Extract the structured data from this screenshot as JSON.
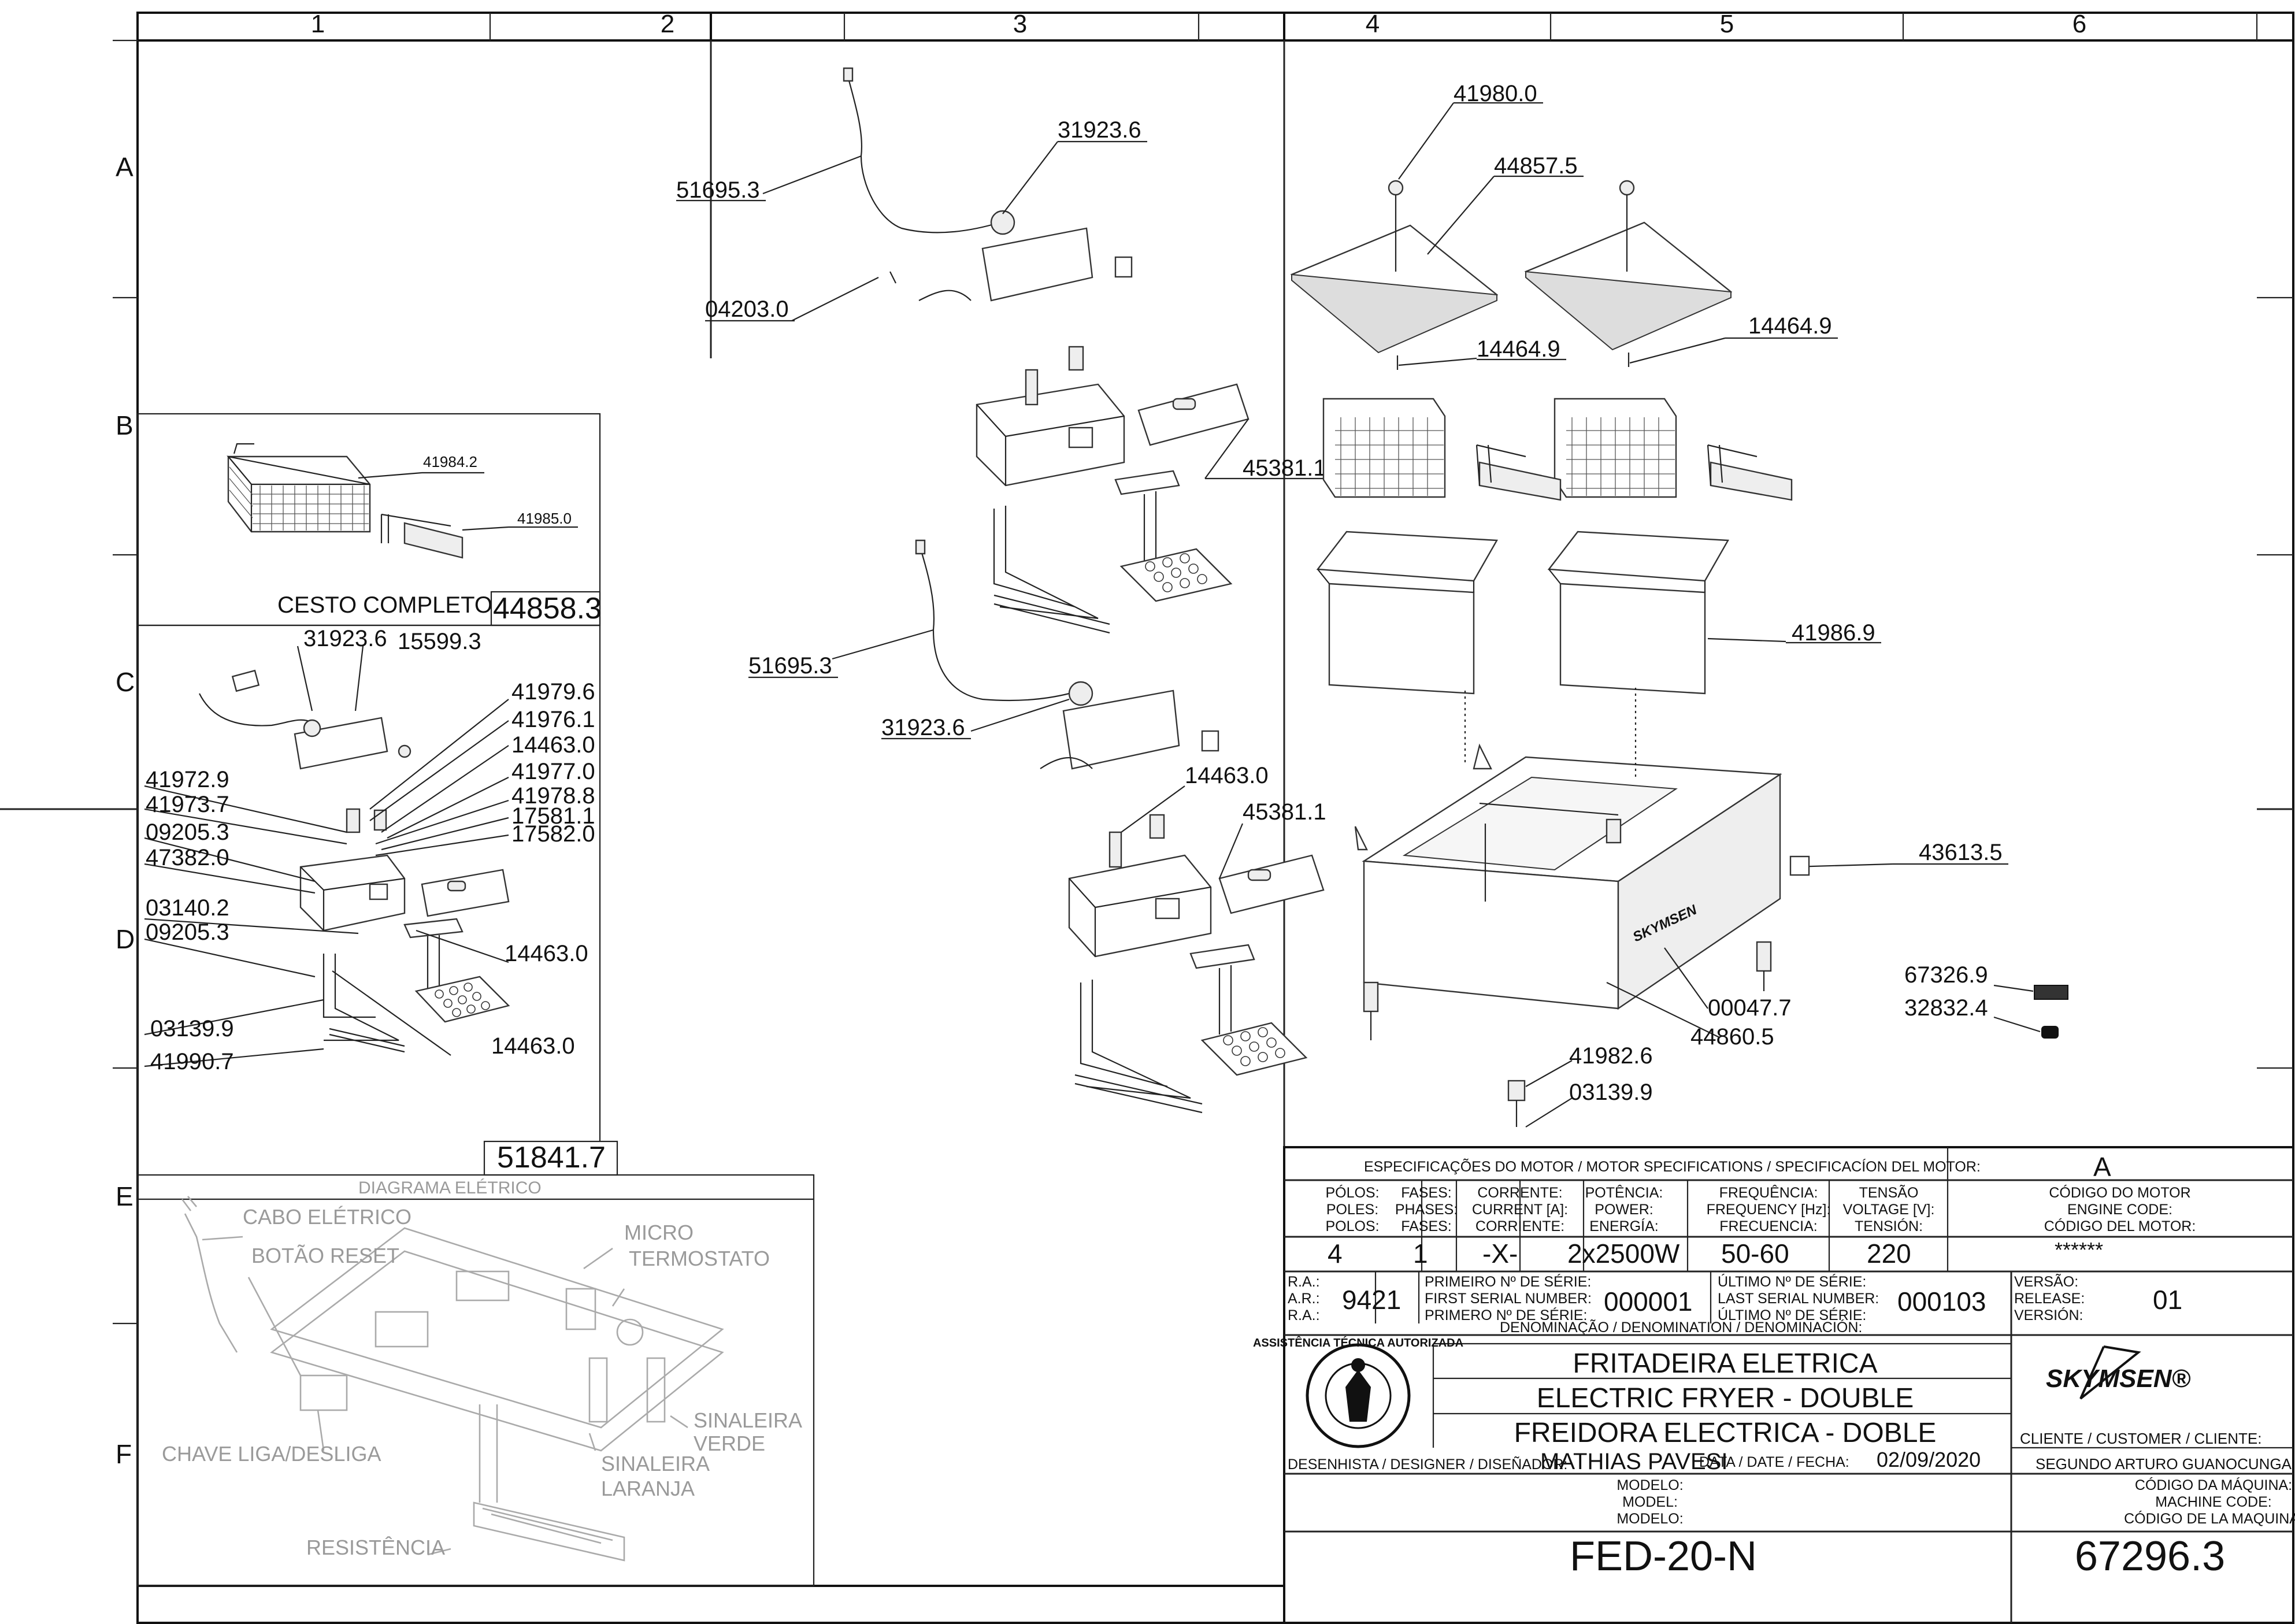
{
  "grid": {
    "columns": [
      "1",
      "2",
      "3",
      "4",
      "5",
      "6"
    ],
    "rows": [
      "A",
      "B",
      "C",
      "D",
      "E",
      "F"
    ]
  },
  "parts": [
    {
      "code": "51695.3"
    },
    {
      "code": "31923.6"
    },
    {
      "code": "04203.0"
    },
    {
      "code": "41980.0"
    },
    {
      "code": "44857.5"
    },
    {
      "code": "14464.9"
    },
    {
      "code": "45381.1"
    },
    {
      "code": "41986.9"
    },
    {
      "code": "43613.5"
    },
    {
      "code": "14463.0"
    },
    {
      "code": "67326.9"
    },
    {
      "code": "32832.4"
    },
    {
      "code": "00047.7"
    },
    {
      "code": "44860.5"
    },
    {
      "code": "41982.6"
    },
    {
      "code": "03139.9"
    },
    {
      "code": "41984.2"
    },
    {
      "code": "41985.0"
    },
    {
      "code": "15599.3"
    },
    {
      "code": "41979.6"
    },
    {
      "code": "41976.1"
    },
    {
      "code": "41977.0"
    },
    {
      "code": "41978.8"
    },
    {
      "code": "17581.1"
    },
    {
      "code": "17582.0"
    },
    {
      "code": "41972.9"
    },
    {
      "code": "41973.7"
    },
    {
      "code": "09205.3"
    },
    {
      "code": "47382.0"
    },
    {
      "code": "03140.2"
    },
    {
      "code": "41990.7"
    }
  ],
  "basket_box": {
    "title": "CESTO COMPLETO",
    "code": "44858.3"
  },
  "assembly_code": "51841.7",
  "electrical_diagram": {
    "title": "DIAGRAMA  ELÉTRICO",
    "labels": [
      "CABO  ELÉTRICO",
      "BOTÃO  RESET",
      "MICRO",
      "TERMOSTATO",
      "SINALEIRA",
      "VERDE",
      "CHAVE  LIGA/DESLIGA",
      "SINALEIRA",
      "LARANJA",
      "RESISTÊNCIA"
    ]
  },
  "title_block": {
    "motor_header": "ESPECIFICAÇÕES DO MOTOR / MOTOR SPECIFICATIONS / SPECIFICACÍON DEL MOTOR:",
    "motor_rev": "A",
    "columns": [
      {
        "h": [
          "PÓLOS:",
          "POLES:",
          "POLOS:"
        ],
        "v": "4"
      },
      {
        "h": [
          "FASES:",
          "PHASES:",
          "FASES:"
        ],
        "v": "1"
      },
      {
        "h": [
          "CORRENTE:",
          "CURRENT [A]:",
          "CORRIENTE:"
        ],
        "v": "-X-"
      },
      {
        "h": [
          "POTÊNCIA:",
          "POWER:",
          "ENERGÍA:"
        ],
        "v": "2x2500W"
      },
      {
        "h": [
          "FREQUÊNCIA:",
          "FREQUENCY [Hz]:",
          "FRECUENCIA:"
        ],
        "v": "50-60"
      },
      {
        "h": [
          "TENSÃO",
          "VOLTAGE [V]:",
          "TENSIÓN:"
        ],
        "v": "220"
      },
      {
        "h": [
          "CÓDIGO DO MOTOR",
          "ENGINE CODE:",
          "CÓDIGO DEL MOTOR:"
        ],
        "v": "******"
      }
    ],
    "ra_labels": [
      "R.A.:",
      "A.R.:",
      "R.A.:"
    ],
    "ra_value": "9421",
    "first_serial_labels": [
      "PRIMEIRO Nº DE SÉRIE:",
      "FIRST SERIAL NUMBER:",
      "PRIMERO Nº DE SÉRIE:"
    ],
    "first_serial": "000001",
    "last_serial_labels": [
      "ÚLTIMO Nº DE SÉRIE:",
      "LAST SERIAL NUMBER:",
      "ÚLTIMO Nº DE SÉRIE:"
    ],
    "last_serial": "000103",
    "version_labels": [
      "VERSÃO:",
      "RELEASE:",
      "VERSIÓN:"
    ],
    "version": "01",
    "denomination_header": "DENOMINAÇÃO / DENOMINATION / DENOMINACIÓN:",
    "names": [
      "FRITADEIRA ELETRICA",
      "ELECTRIC FRYER - DOUBLE",
      "FREIDORA ELECTRICA - DOBLE"
    ],
    "brand": "SKYMSEN®",
    "seal_text": "ASSISTÊNCIA TÉCNICA AUTORIZADA",
    "customer_label": "CLIENTE / CUSTOMER / CLIENTE:",
    "customer": "SEGUNDO ARTURO GUANOCUNGA",
    "designer_label": "DESENHISTA / DESIGNER / DISEÑADOR:",
    "designer": "MATHIAS PAVESI",
    "date_label": "DATA / DATE / FECHA:",
    "date": "02/09/2020",
    "model_labels": [
      "MODELO:",
      "MODEL:",
      "MODELO:"
    ],
    "model": "FED-20-N",
    "machine_code_labels": [
      "CÓDIGO DA MÁQUINA:",
      "MACHINE CODE:",
      "CÓDIGO DE LA MAQUINA:"
    ],
    "machine_code": "67296.3"
  },
  "colors": {
    "ink": "#111111",
    "ghost_text": "#9a9a9a",
    "ghost_line": "#aaaaaa",
    "paper": "#ffffff"
  }
}
